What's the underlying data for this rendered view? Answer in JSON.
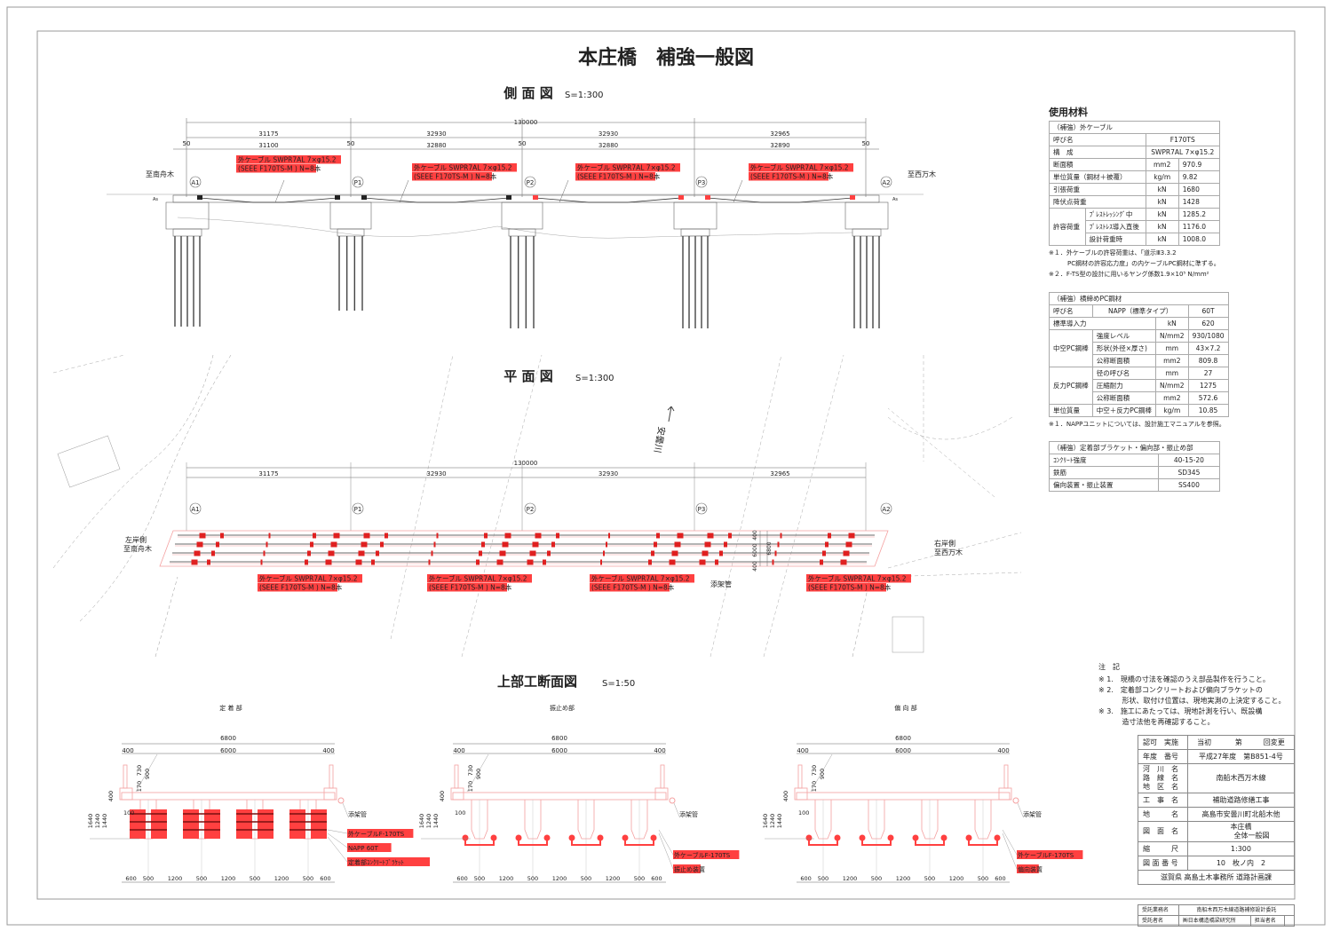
{
  "title": "本庄橋　補強一般図",
  "colors": {
    "red": "#ff4040",
    "pink": "#f4a0a0",
    "line": "#555555",
    "grey": "#bbbbbb"
  },
  "side_view": {
    "title": "側 面 図",
    "scale": "S=1:300",
    "total": "130000",
    "spans": [
      "31175",
      "32930",
      "32930",
      "32965"
    ],
    "clear_spans": [
      "31100",
      "32880",
      "32880",
      "32890"
    ],
    "ends": [
      "50",
      "50",
      "50",
      "50"
    ],
    "supports": [
      "A1",
      "P1",
      "P2",
      "P3",
      "A2"
    ],
    "to_left": "至南舟木",
    "to_right": "至西万木",
    "as_left": "As",
    "as_right": "As",
    "cable_labels": [
      {
        "line1": "外ケーブル SWPR7AL 7×φ15.2",
        "line2": "(SEEE F170TS-M ) N=8本"
      },
      {
        "line1": "外ケーブル SWPR7AL 7×φ15.2",
        "line2": "(SEEE F170TS-M ) N=8本"
      },
      {
        "line1": "外ケーブル SWPR7AL 7×φ15.2",
        "line2": "(SEEE F170TS-M ) N=8本"
      },
      {
        "line1": "外ケーブル SWPR7AL 7×φ15.2",
        "line2": "(SEEE F170TS-M ) N=8本"
      }
    ]
  },
  "plan_view": {
    "title": "平 面 図",
    "scale": "S=1:300",
    "total": "130000",
    "spans": [
      "31175",
      "32930",
      "32930",
      "32965"
    ],
    "supports": [
      "A1",
      "P1",
      "P2",
      "P3",
      "A2"
    ],
    "left_bank": [
      "左岸側",
      "至南舟木"
    ],
    "right_bank": [
      "右岸側",
      "至西万木"
    ],
    "river": "安曇川",
    "pipe": "添架管",
    "width_dims": [
      "400",
      "6000",
      "400",
      "6800"
    ],
    "cable_labels": [
      {
        "line1": "外ケーブル SWPR7AL 7×φ15.2",
        "line2": "(SEEE F170TS-M ) N=8本"
      },
      {
        "line1": "外ケーブル SWPR7AL 7×φ15.2",
        "line2": "(SEEE F170TS-M ) N=8本"
      },
      {
        "line1": "外ケーブル SWPR7AL 7×φ15.2",
        "line2": "(SEEE F170TS-M ) N=8本"
      },
      {
        "line1": "外ケーブル SWPR7AL 7×φ15.2",
        "line2": "(SEEE F170TS-M ) N=8本"
      }
    ]
  },
  "sections": {
    "title": "上部工断面図",
    "scale": "S=1:50",
    "items": [
      {
        "name": "定 着 部",
        "top": "6800",
        "mid": [
          "400",
          "6000",
          "400"
        ],
        "heights": [
          "170",
          "730",
          "900"
        ],
        "left_dims": [
          "1640",
          "1240",
          "1440",
          "400",
          "100"
        ],
        "bottom": [
          "600",
          "500",
          "1200",
          "500",
          "1200",
          "500",
          "1200",
          "500",
          "600"
        ],
        "pipe": "添架管",
        "callouts": [
          "外ケーブルF-170TS",
          "NAPP 60T",
          "定着部ｺﾝｸﾘｰﾄﾌﾞﾗｹｯﾄ"
        ]
      },
      {
        "name": "振止め部",
        "top": "6800",
        "mid": [
          "400",
          "6000",
          "400"
        ],
        "heights": [
          "170",
          "730",
          "900"
        ],
        "left_dims": [
          "1640",
          "1240",
          "1440",
          "400",
          "100"
        ],
        "bottom": [
          "600",
          "500",
          "1200",
          "500",
          "1200",
          "500",
          "1200",
          "500",
          "600"
        ],
        "pipe": "添架管",
        "callouts": [
          "外ケーブルF-170TS",
          "振止め装置"
        ]
      },
      {
        "name": "偏 向 部",
        "top": "6800",
        "mid": [
          "400",
          "6000",
          "400"
        ],
        "heights": [
          "170",
          "730",
          "900"
        ],
        "left_dims": [
          "1640",
          "1240",
          "1440",
          "400",
          "100"
        ],
        "bottom": [
          "600",
          "500",
          "1200",
          "500",
          "1200",
          "500",
          "1200",
          "500",
          "600"
        ],
        "pipe": "添架管",
        "callouts": [
          "外ケーブルF-170TS",
          "偏向装置"
        ]
      }
    ]
  },
  "materials": {
    "heading": "使用材料",
    "cable_table": [
      [
        {
          "t": "（補強）外ケーブル",
          "cs": 4
        }
      ],
      [
        {
          "t": "呼び名",
          "cs": 2
        },
        {
          "t": "F170TS",
          "cs": 2,
          "c": 1
        }
      ],
      [
        {
          "t": "構　成",
          "cs": 2
        },
        {
          "t": "SWPR7AL 7×φ15.2",
          "cs": 2,
          "c": 1
        }
      ],
      [
        {
          "t": "断面積",
          "cs": 2
        },
        {
          "t": "mm2",
          "c": 1
        },
        {
          "t": "970.9"
        }
      ],
      [
        {
          "t": "単位質量（鋼材＋被覆）",
          "cs": 2
        },
        {
          "t": "kg/m",
          "c": 1
        },
        {
          "t": "9.82"
        }
      ],
      [
        {
          "t": "引張荷重",
          "cs": 2
        },
        {
          "t": "kN",
          "c": 1
        },
        {
          "t": "1680"
        }
      ],
      [
        {
          "t": "降伏点荷重",
          "cs": 2
        },
        {
          "t": "kN",
          "c": 1
        },
        {
          "t": "1428"
        }
      ],
      [
        {
          "t": "許容荷重",
          "rs": 3
        },
        {
          "t": "ﾌﾟﾚｽﾄﾚｯｼﾝｸﾞ中"
        },
        {
          "t": "kN",
          "c": 1
        },
        {
          "t": "1285.2"
        }
      ],
      [
        {
          "t": "ﾌﾟﾚｽﾄﾚｽ導入直後"
        },
        {
          "t": "kN",
          "c": 1
        },
        {
          "t": "1176.0"
        }
      ],
      [
        {
          "t": "設計荷重時"
        },
        {
          "t": "kN",
          "c": 1
        },
        {
          "t": "1008.0"
        }
      ]
    ],
    "cable_notes": "※１．外ケーブルの許容荷重は、「道示Ⅲ3.3.2\n　　　PC鋼材の許容応力度」の内ケーブルPC鋼材に準ずる。\n※２．F-TS型の設計に用いるヤング係数1.9×10⁵ N/mm²",
    "napp_table": [
      [
        {
          "t": "（補強）横締めPC鋼材",
          "cs": 4
        }
      ],
      [
        {
          "t": "呼び名"
        },
        {
          "t": "NAPP（標準タイプ）",
          "cs": 2,
          "c": 1
        },
        {
          "t": "60T",
          "c": 1
        }
      ],
      [
        {
          "t": "標準導入力",
          "cs": 2
        },
        {
          "t": "kN",
          "c": 1
        },
        {
          "t": "620",
          "c": 1
        }
      ],
      [
        {
          "t": "中空PC鋼棒",
          "rs": 3
        },
        {
          "t": "強度レベル"
        },
        {
          "t": "N/mm2",
          "c": 1
        },
        {
          "t": "930/1080",
          "c": 1
        }
      ],
      [
        {
          "t": "形状(外径×厚さ)"
        },
        {
          "t": "mm",
          "c": 1
        },
        {
          "t": "43×7.2",
          "c": 1
        }
      ],
      [
        {
          "t": "公称断面積"
        },
        {
          "t": "mm2",
          "c": 1
        },
        {
          "t": "809.8",
          "c": 1
        }
      ],
      [
        {
          "t": "反力PC鋼棒",
          "rs": 3
        },
        {
          "t": "径の呼び名"
        },
        {
          "t": "mm",
          "c": 1
        },
        {
          "t": "27",
          "c": 1
        }
      ],
      [
        {
          "t": "圧縮耐力"
        },
        {
          "t": "N/mm2",
          "c": 1
        },
        {
          "t": "1275",
          "c": 1
        }
      ],
      [
        {
          "t": "公称断面積"
        },
        {
          "t": "mm2",
          "c": 1
        },
        {
          "t": "572.6",
          "c": 1
        }
      ],
      [
        {
          "t": "単位質量"
        },
        {
          "t": "中空＋反力PC鋼棒"
        },
        {
          "t": "kg/m",
          "c": 1
        },
        {
          "t": "10.85",
          "c": 1
        }
      ]
    ],
    "napp_note": "※１．NAPPユニットについては、設計施工マニュアルを参照。",
    "bracket_table": [
      [
        {
          "t": "（補強）定着部ブラケット・偏向部・振止め部",
          "cs": 2
        }
      ],
      [
        {
          "t": "ｺﾝｸﾘｰﾄ強度"
        },
        {
          "t": "40-15-20",
          "c": 1
        }
      ],
      [
        {
          "t": "鉄筋"
        },
        {
          "t": "SD345",
          "c": 1
        }
      ],
      [
        {
          "t": "偏向装置・振止装置"
        },
        {
          "t": "SS400",
          "c": 1
        }
      ]
    ]
  },
  "notes": {
    "heading": "注　記",
    "body": "※ 1.　現橋の寸法を確認のうえ部品製作を行うこと。\n※ 2.　定着部コンクリートおよび偏向ブラケットの\n　　　 形状、取付け位置は、現地実測の上決定すること。\n※ 3.　施工にあたっては、現地計測を行い、既設構\n　　　 造寸法他を再確認すること。"
  },
  "title_block": {
    "rows": [
      [
        "認可　実施",
        "当初　　　 第　　　回変更"
      ],
      [
        "年度　番号",
        "平成27年度　第B851-4号"
      ],
      [
        "河　川　名\n路　線　名\n地　区　名",
        "南船木西万木線"
      ],
      [
        "工　事　名",
        "補助道路修繕工事"
      ],
      [
        "地　　　名",
        "高島市安曇川町北船木他"
      ],
      [
        "図　面　名",
        "本庄橋\n　　　全体一般図"
      ],
      [
        "縮　　　尺",
        "1:300"
      ],
      [
        "図 面 番 号",
        "10　枚ノ内　2"
      ]
    ],
    "office": "滋賀県 高島土木事務所 道路計画課",
    "contract_label": "受託業務名",
    "contract_name": "南船木西万木線道路補修設計委託",
    "contractor_label": "受託者名",
    "contractor_name": "㈱日本構造橋梁研究所",
    "person_label": "担当者名",
    "person_name": ""
  }
}
